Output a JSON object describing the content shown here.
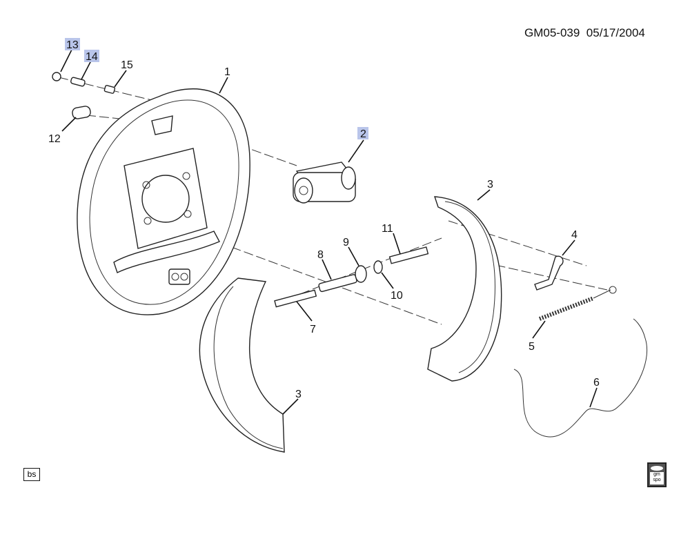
{
  "header": {
    "diagram_id": "GM05-039",
    "date": "05/17/2004"
  },
  "callouts": {
    "c13": "13",
    "c14": "14",
    "c15": "15",
    "c12": "12",
    "c1": "1",
    "c2": "2",
    "c3a": "3",
    "c11": "11",
    "c9": "9",
    "c8": "8",
    "c4": "4",
    "c10": "10",
    "c7": "7",
    "c5": "5",
    "c6": "6",
    "c3b": "3"
  },
  "highlight_color": "#b9c5ea",
  "footer": {
    "bs_label": "bs",
    "spo_logo": "gm spo"
  }
}
